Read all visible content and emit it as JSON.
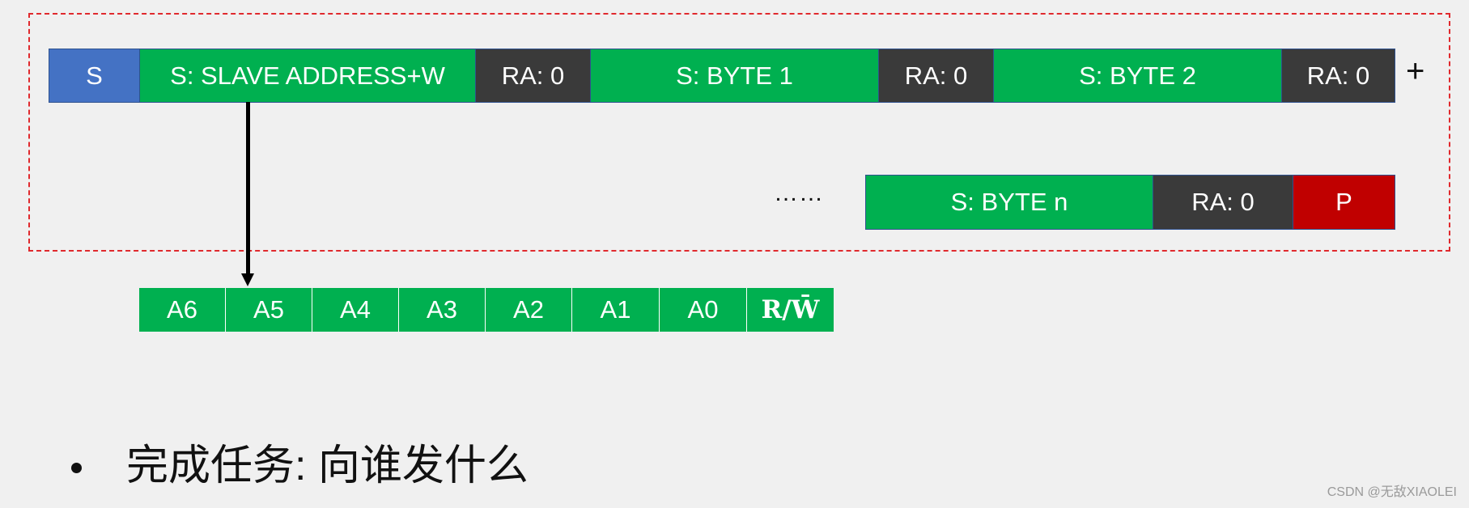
{
  "frame": {
    "row1": [
      {
        "label": "S",
        "kind": "start"
      },
      {
        "label": "S:  SLAVE ADDRESS+W",
        "kind": "send"
      },
      {
        "label": "RA:  0",
        "kind": "ack"
      },
      {
        "label": "S:  BYTE 1",
        "kind": "send"
      },
      {
        "label": "RA:  0",
        "kind": "ack"
      },
      {
        "label": "S:  BYTE 2",
        "kind": "send"
      },
      {
        "label": "RA:  0",
        "kind": "ack"
      }
    ],
    "continuation": "+",
    "ellipsis": "……",
    "row2": [
      {
        "label": "S:  BYTE n",
        "kind": "send"
      },
      {
        "label": "RA:  0",
        "kind": "ack"
      },
      {
        "label": "P",
        "kind": "stop"
      }
    ]
  },
  "address_bits": [
    "A6",
    "A5",
    "A4",
    "A3",
    "A2",
    "A1",
    "A0",
    "R/W̄"
  ],
  "bullet_text": "完成任务:  向谁发什么",
  "watermark": "CSDN @无敌XIAOLEI",
  "colors": {
    "start": "#4472c4",
    "send": "#00b050",
    "ack": "#3a3a3a",
    "stop": "#c00000",
    "frame_border": "#e0292d"
  }
}
